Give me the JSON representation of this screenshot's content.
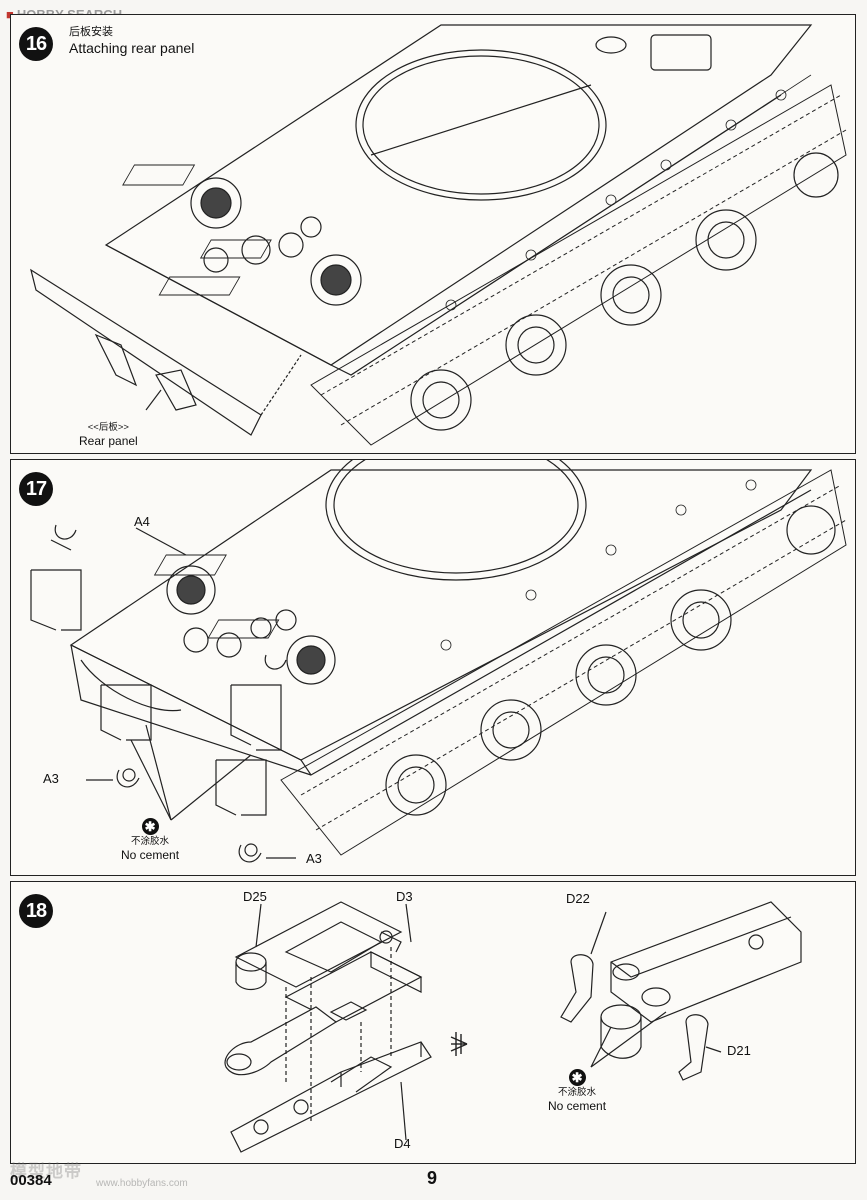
{
  "watermark": {
    "top": "HOBBY SEARCH",
    "bottom": "模型地带",
    "bottom_url": "www.hobbyfans.com"
  },
  "steps": [
    {
      "number": "16",
      "title_cn": "后板安装",
      "title_en": "Attaching rear panel",
      "callout": {
        "cn": "<<后板>>",
        "en": "Rear panel"
      }
    },
    {
      "number": "17",
      "parts": {
        "a4": "A4",
        "a3_left": "A3",
        "a3_right": "A3"
      },
      "note": {
        "icon": "✱",
        "cn": "不涂胶水",
        "en": "No cement"
      }
    },
    {
      "number": "18",
      "parts": {
        "d25": "D25",
        "d3": "D3",
        "d4": "D4",
        "d22": "D22",
        "d21": "D21"
      },
      "note": {
        "icon": "✱",
        "cn": "不涂胶水",
        "en": "No cement"
      }
    }
  ],
  "footer": {
    "code": "00384",
    "page": "9"
  }
}
